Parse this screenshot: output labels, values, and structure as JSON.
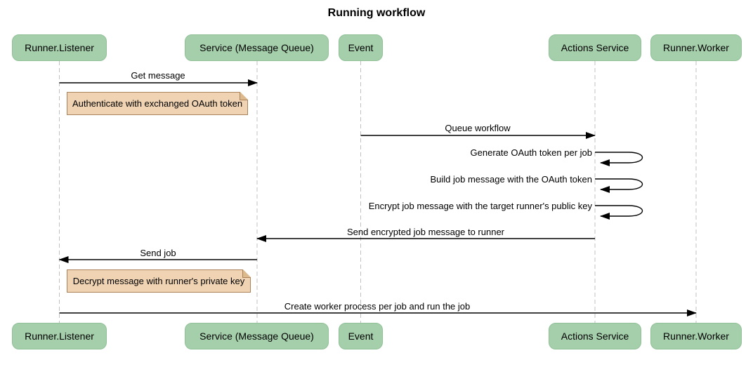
{
  "title": "Running workflow",
  "participants": [
    {
      "id": "runner-listener",
      "label": "Runner.Listener"
    },
    {
      "id": "service-message-queue",
      "label": "Service (Message Queue)"
    },
    {
      "id": "event",
      "label": "Event"
    },
    {
      "id": "actions-service",
      "label": "Actions Service"
    },
    {
      "id": "runner-worker",
      "label": "Runner.Worker"
    }
  ],
  "messages": [
    {
      "type": "arrow",
      "from": "Runner.Listener",
      "to": "Service (Message Queue)",
      "label": "Get message"
    },
    {
      "type": "note",
      "over": "Runner.Listener / Service (Message Queue)",
      "label": "Authenticate with exchanged OAuth token"
    },
    {
      "type": "arrow",
      "from": "Event",
      "to": "Actions Service",
      "label": "Queue workflow"
    },
    {
      "type": "self",
      "actor": "Actions Service",
      "label": "Generate OAuth token per job"
    },
    {
      "type": "self",
      "actor": "Actions Service",
      "label": "Build job message with the OAuth token"
    },
    {
      "type": "self",
      "actor": "Actions Service",
      "label": "Encrypt job message with the target runner's public key"
    },
    {
      "type": "arrow",
      "from": "Actions Service",
      "to": "Service (Message Queue)",
      "label": "Send encrypted job message to runner"
    },
    {
      "type": "arrow",
      "from": "Service (Message Queue)",
      "to": "Runner.Listener",
      "label": "Send job"
    },
    {
      "type": "note",
      "over": "Runner.Listener / Service (Message Queue)",
      "label": "Decrypt message with runner's private key"
    },
    {
      "type": "arrow",
      "from": "Runner.Listener",
      "to": "Runner.Worker",
      "label": "Create worker process per job and run the job"
    }
  ],
  "colors": {
    "participant_fill": "#a5cfab",
    "participant_border": "#8fc096",
    "note_fill": "#efd3b3",
    "note_border": "#aa8159",
    "lifeline": "#c0c0c0",
    "line": "#000000"
  }
}
